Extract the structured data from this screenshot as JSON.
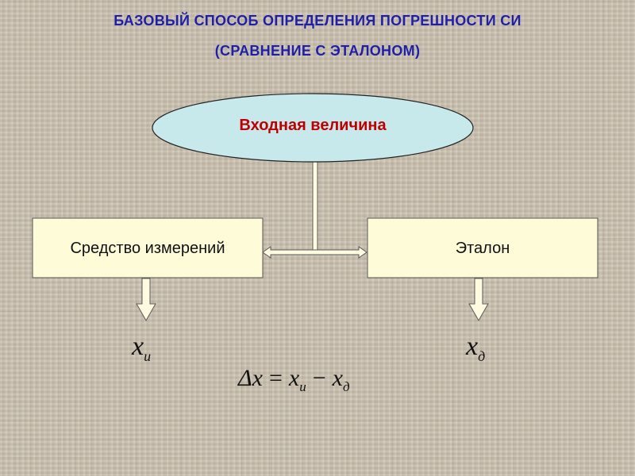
{
  "title": {
    "line1": "БАЗОВЫЙ СПОСОБ ОПРЕДЕЛЕНИЯ ПОГРЕШНОСТИ СИ",
    "line2": "(СРАВНЕНИЕ С ЭТАЛОНОМ)"
  },
  "nodes": {
    "input": "Входная величина",
    "instrument": "Средство измерений",
    "standard": "Эталон"
  },
  "outputs": {
    "instrument_var": "x",
    "instrument_sub": "и",
    "standard_var": "x",
    "standard_sub": "д"
  },
  "formula": {
    "lhs": "Δx",
    "eq": "=",
    "term1": "x",
    "term1_sub": "и",
    "minus": "−",
    "term2": "x",
    "term2_sub": "д"
  },
  "colors": {
    "title": "#1f1fa8",
    "ellipse_fill": "#c7e9ec",
    "ellipse_text": "#c00000",
    "box_fill": "#fdfbd8",
    "arrow_fill": "#fffbe0"
  }
}
